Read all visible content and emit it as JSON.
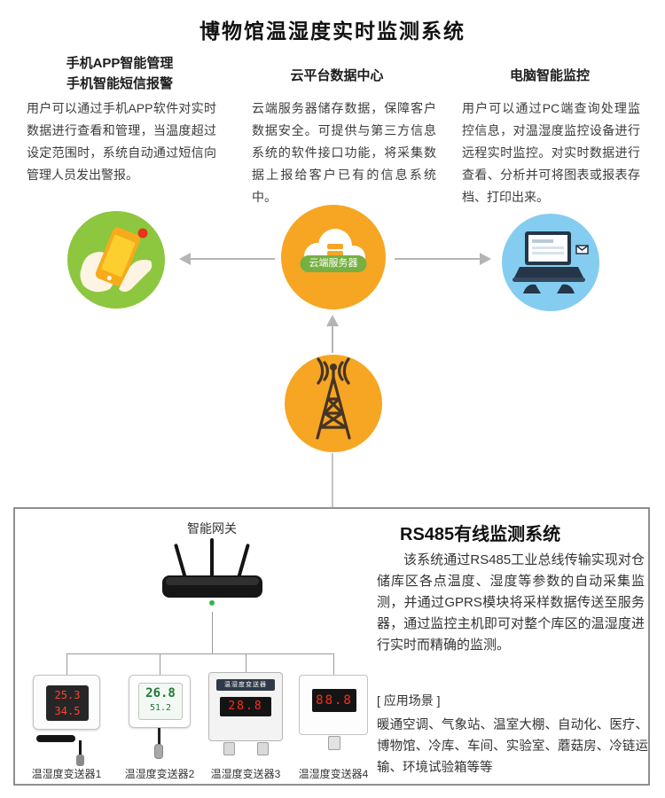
{
  "title": "博物馆温湿度实时监测系统",
  "sections": {
    "app": {
      "heading1": "手机APP智能管理",
      "heading2": "手机智能短信报警",
      "body": "用户可以通过手机APP软件对实时数据进行查看和管理，当温度超过设定范围时，系统自动通过短信向管理人员发出警报。"
    },
    "cloud": {
      "heading": "云平台数据中心",
      "body": "云端服务器储存数据，保障客户数据安全。可提供与第三方信息系统的软件接口功能，将采集数据上报给客户已有的信息系统中。",
      "badge": "云端服务器"
    },
    "pc": {
      "heading": "电脑智能监控",
      "body": "用户可以通过PC端查询处理监控信息，对温湿度监控设备进行远程实时监控。对实时数据进行查看、分析并可将图表或报表存档、打印出来。"
    }
  },
  "rs485": {
    "gateway_label": "智能网关",
    "title": "RS485有线监测系统",
    "body": "该系统通过RS485工业总线传输实现对仓储库区各点温度、湿度等参数的自动采集监测，并通过GPRS模块将采样数据传送至服务器，通过监控主机即可对整个库区的温湿度进行实时而精确的监测。",
    "scene_label": "[ 应用场景 ]",
    "scenes": "暖通空调、气象站、温室大棚、自动化、医疗、博物馆、冷库、车间、实验室、蘑菇房、冷链运输、环境试验箱等等"
  },
  "sensors": [
    {
      "label": "温湿度变送器1",
      "display_top": "25.3",
      "display_bottom": "34.5"
    },
    {
      "label": "温湿度变送器2",
      "display_top": "26.8",
      "display_bottom": "51.2"
    },
    {
      "label": "温湿度变送器3",
      "tag": "温湿度变送器",
      "display": "28.8"
    },
    {
      "label": "温湿度变送器4",
      "display": "88.8"
    }
  ],
  "colors": {
    "app_green": "#8dc63f",
    "cloud_orange": "#f6a623",
    "pc_blue": "#85cdf0",
    "badge_green": "#76b043",
    "arrow_gray": "#b5b5b5",
    "led_red": "#ff2d1a"
  }
}
